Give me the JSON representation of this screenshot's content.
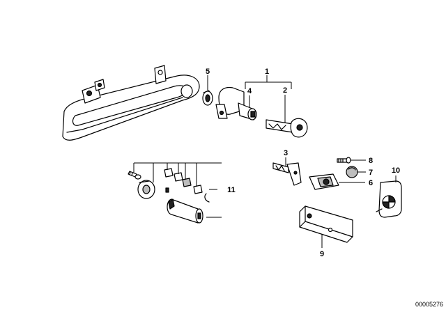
{
  "callouts": {
    "c1": "1",
    "c2": "2",
    "c3": "3",
    "c4": "4",
    "c5": "5",
    "c6": "6",
    "c7": "7",
    "c8": "8",
    "c9": "9",
    "c10": "10",
    "c11": "11"
  },
  "document_number": "00005276",
  "colors": {
    "line": "#000000",
    "background": "#ffffff",
    "shade": "#bdbdbd"
  }
}
